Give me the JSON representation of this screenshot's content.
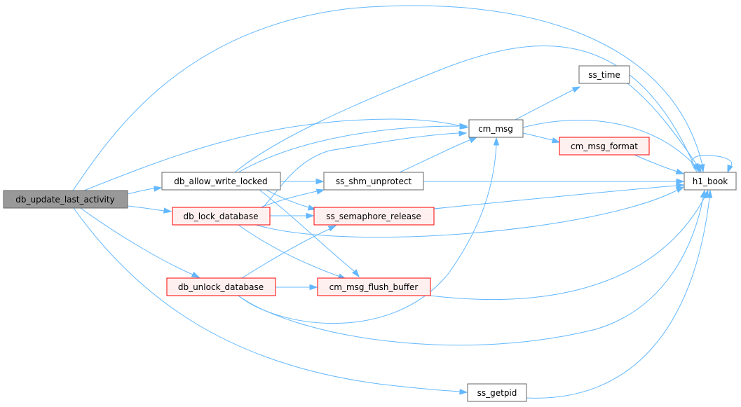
{
  "colors": {
    "edge": "#63b8ff",
    "focus_fill": "#999999",
    "focus_border": "#666666",
    "plain_fill": "#ffffff",
    "plain_border": "#666666",
    "red_fill": "#fff0f0",
    "red_border": "#ff0000"
  },
  "nodes": {
    "db_update_last_activity": "db_update_last_activity",
    "db_allow_write_locked": "db_allow_write_locked",
    "db_lock_database": "db_lock_database",
    "db_unlock_database": "db_unlock_database",
    "ss_shm_unprotect": "ss_shm_unprotect",
    "ss_semaphore_release": "ss_semaphore_release",
    "cm_msg_flush_buffer": "cm_msg_flush_buffer",
    "cm_msg": "cm_msg",
    "ss_time": "ss_time",
    "cm_msg_format": "cm_msg_format",
    "h1_book": "h1_book",
    "ss_getpid": "ss_getpid"
  }
}
